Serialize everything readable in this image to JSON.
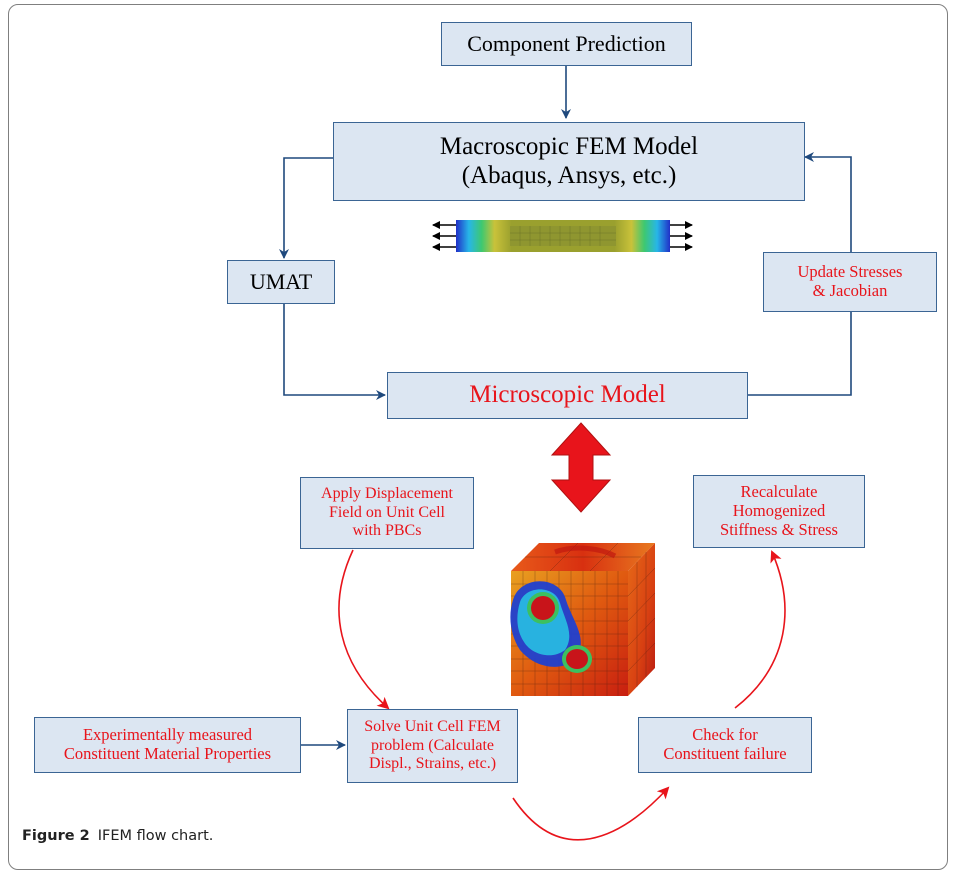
{
  "boxes": {
    "component_prediction": "Component Prediction",
    "macro_line1": "Macroscopic FEM Model",
    "macro_line2": "(Abaqus, Ansys, etc.)",
    "umat": "UMAT",
    "update_line1": "Update Stresses",
    "update_line2": "& Jacobian",
    "microscopic": "Microscopic Model",
    "apply_line1": "Apply Displacement",
    "apply_line2": "Field on Unit Cell",
    "apply_line3": "with PBCs",
    "recalc_line1": "Recalculate",
    "recalc_line2": "Homogenized",
    "recalc_line3": "Stiffness & Stress",
    "exp_line1": "Experimentally measured",
    "exp_line2": "Constituent Material Properties",
    "solve_line1": "Solve Unit Cell FEM",
    "solve_line2": "problem (Calculate",
    "solve_line3": "Displ., Strains, etc.)",
    "check_line1": "Check for",
    "check_line2": "Constituent failure"
  },
  "caption": {
    "label": "Figure 2",
    "text": "IFEM flow chart."
  },
  "colors": {
    "box_fill": "#dce6f2",
    "box_border": "#3b6594",
    "connector": "#1f497d",
    "red_text": "#e8141b",
    "red_arrow": "#e8141b"
  }
}
